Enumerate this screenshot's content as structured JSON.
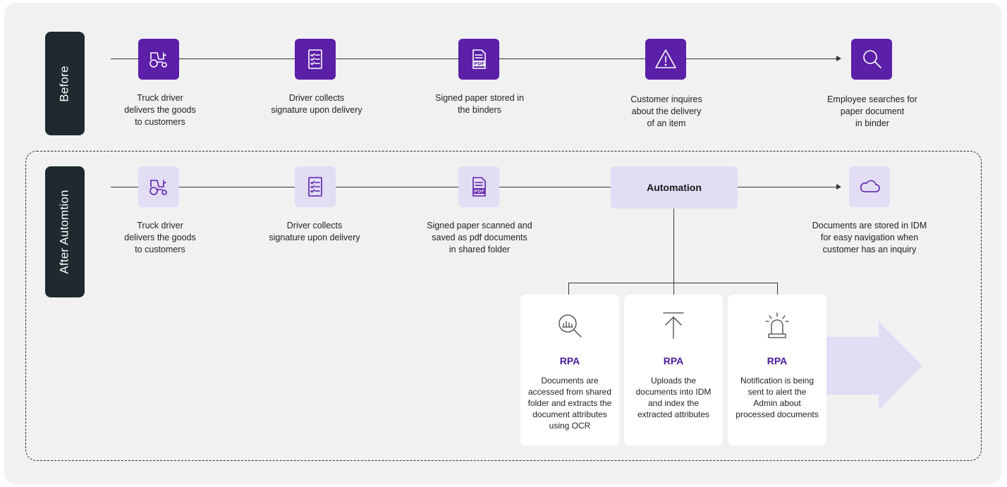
{
  "rows": {
    "before_label": "Before",
    "after_label": "After Automtion"
  },
  "before_steps": [
    {
      "icon": "tractor-icon",
      "caption": "Truck driver\ndelivers the goods\nto customers"
    },
    {
      "icon": "checklist-icon",
      "caption": "Driver collects\nsignature upon delivery"
    },
    {
      "icon": "pdf-document-icon",
      "caption": "Signed paper stored in\nthe binders"
    },
    {
      "icon": "warning-icon",
      "caption": "Customer inquires\nabout the delivery\nof an item"
    },
    {
      "icon": "search-icon",
      "caption": "Employee searches for\npaper document\nin binder"
    }
  ],
  "after_steps": [
    {
      "icon": "tractor-icon",
      "caption": "Truck driver\ndelivers the goods\nto customers"
    },
    {
      "icon": "checklist-icon",
      "caption": "Driver collects\nsignature upon delivery"
    },
    {
      "icon": "pdf-document-icon",
      "caption": "Signed paper scanned and\nsaved as pdf documents\nin shared folder"
    },
    {
      "icon": "cloud-icon",
      "caption": "Documents are stored in IDM\nfor easy navigation when\ncustomer has an inquiry"
    }
  ],
  "automation": {
    "label": "Automation"
  },
  "rpa_cards": [
    {
      "icon": "magnify-chart-icon",
      "title": "RPA",
      "desc": "Documents are\naccessed from shared\nfolder and extracts the\ndocument attributes\nusing OCR"
    },
    {
      "icon": "upload-icon",
      "title": "RPA",
      "desc": "Uploads the\ndocuments into IDM\nand index the\nextracted attributes"
    },
    {
      "icon": "alarm-siren-icon",
      "title": "RPA",
      "desc": "Notification is being\nsent to alert the\nAdmin about\nprocessed documents"
    }
  ],
  "colors": {
    "accent_dark": "#5b1fa8",
    "accent_light": "#e3dcf5",
    "label_bg": "#1e2a2f",
    "rpa_title": "#4a1a9a"
  }
}
